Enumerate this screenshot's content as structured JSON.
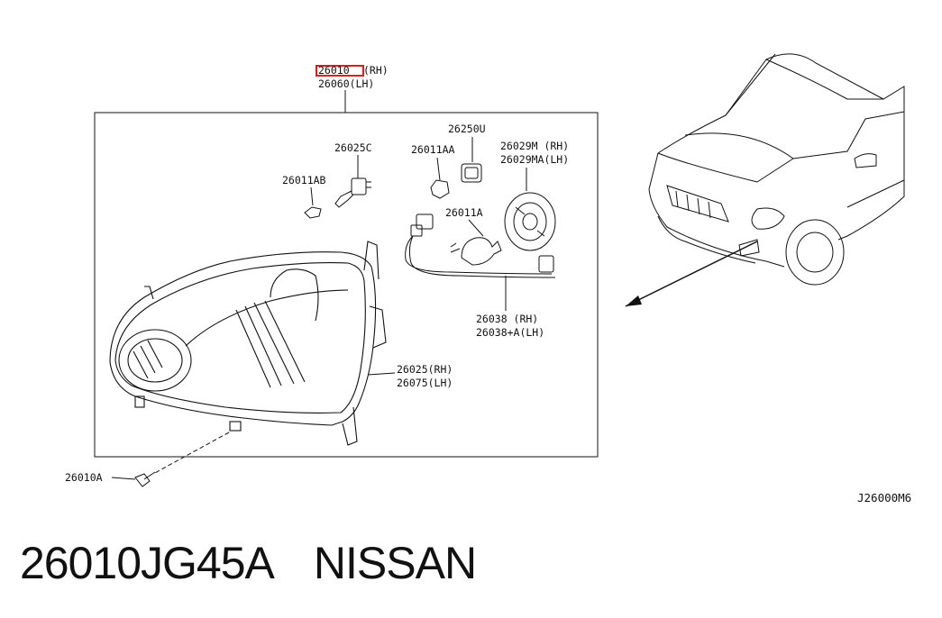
{
  "parts": {
    "headlamp_rh": "26010",
    "headlamp_rh_side": "(RH)",
    "headlamp_lh": "26060(LH)",
    "socket_26025c": "26025C",
    "bulb_26011ab": "26011AB",
    "bulb_26011aa": "26011AA",
    "socket_26250u": "26250U",
    "cap_rh": "26029M  (RH)",
    "cap_lh": "26029MA(LH)",
    "bulb_26011a": "26011A",
    "harness_rh": "26038   (RH)",
    "harness_lh": "26038+A(LH)",
    "housing_rh": "26025(RH)",
    "housing_lh": "26075(LH)",
    "screw": "26010A"
  },
  "diagram_code": "J26000M6",
  "caption": {
    "part_number": "26010JG45A",
    "brand": "NISSAN"
  },
  "colors": {
    "highlight": "#e31b1b",
    "line": "#111111"
  }
}
